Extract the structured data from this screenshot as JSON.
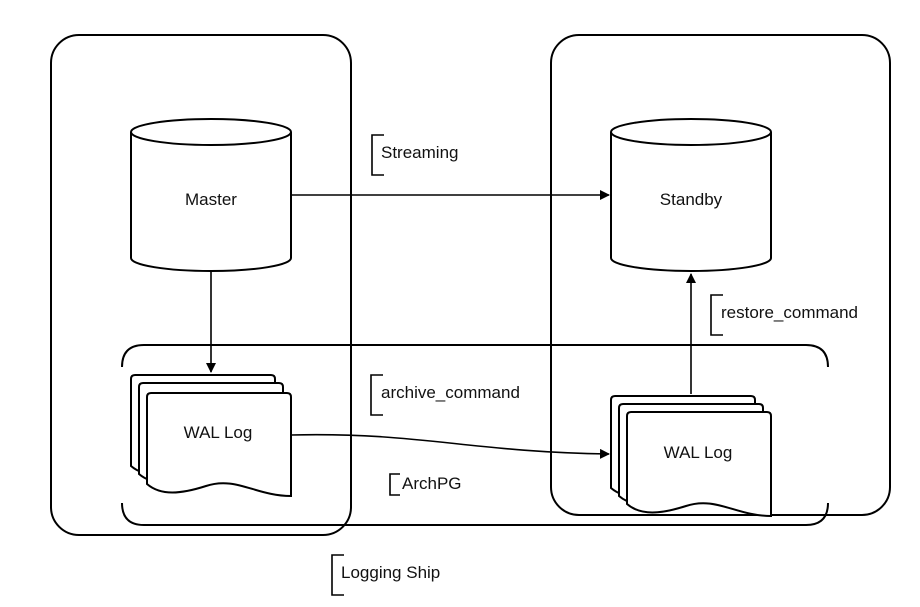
{
  "nodes": {
    "master": "Master",
    "standby": "Standby",
    "wal_master": "WAL Log",
    "wal_standby": "WAL Log"
  },
  "groups": {
    "archpg": "ArchPG"
  },
  "edges": {
    "streaming": "Streaming",
    "archive_command": "archive_command",
    "restore_command": "restore_command"
  },
  "caption": "Logging Ship"
}
